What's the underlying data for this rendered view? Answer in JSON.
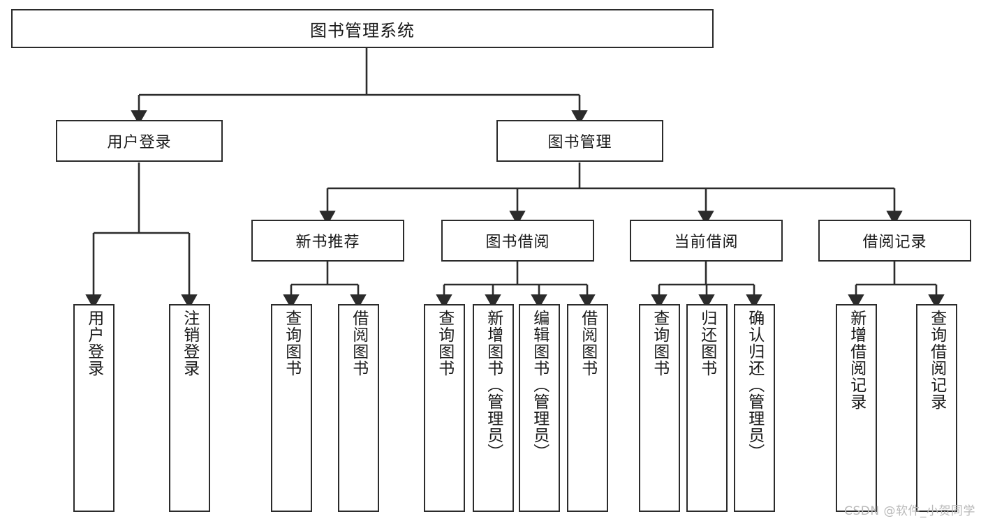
{
  "diagram": {
    "type": "tree-hierarchy-functional-decomposition",
    "title": "图书管理系统",
    "watermark": "CSDN @软件_小贺同学",
    "colors": {
      "stroke": "#2b2b2b",
      "background": "#ffffff",
      "text": "#1a1a1a",
      "watermark": "#b9b9b9"
    },
    "root": {
      "label": "图书管理系统",
      "id": "root"
    },
    "level2": [
      {
        "id": "user-login",
        "label": "用户登录"
      },
      {
        "id": "book-manage",
        "label": "图书管理"
      }
    ],
    "level3": [
      {
        "id": "new-book-recommend",
        "label": "新书推荐",
        "parent": "book-manage"
      },
      {
        "id": "book-borrow",
        "label": "图书借阅",
        "parent": "book-manage"
      },
      {
        "id": "current-borrow",
        "label": "当前借阅",
        "parent": "book-manage"
      },
      {
        "id": "borrow-record",
        "label": "借阅记录",
        "parent": "book-manage"
      }
    ],
    "leaves": [
      {
        "id": "leaf-user-login",
        "label": "用户登录",
        "parent": "user-login"
      },
      {
        "id": "leaf-logout-login",
        "label": "注销登录",
        "parent": "user-login"
      },
      {
        "id": "leaf-query-book-1",
        "label": "查询图书",
        "parent": "new-book-recommend"
      },
      {
        "id": "leaf-borrow-book-1",
        "label": "借阅图书",
        "parent": "new-book-recommend"
      },
      {
        "id": "leaf-query-book-2",
        "label": "查询图书",
        "parent": "book-borrow"
      },
      {
        "id": "leaf-add-book",
        "label": "新增图书（管理员）",
        "parent": "book-borrow"
      },
      {
        "id": "leaf-edit-book",
        "label": "编辑图书（管理员）",
        "parent": "book-borrow"
      },
      {
        "id": "leaf-borrow-book-2",
        "label": "借阅图书",
        "parent": "book-borrow"
      },
      {
        "id": "leaf-query-book-3",
        "label": "查询图书",
        "parent": "current-borrow"
      },
      {
        "id": "leaf-return-book",
        "label": "归还图书",
        "parent": "current-borrow"
      },
      {
        "id": "leaf-confirm-return",
        "label": "确认归还（管理员）",
        "parent": "current-borrow"
      },
      {
        "id": "leaf-add-record",
        "label": "新增借阅记录",
        "parent": "borrow-record"
      },
      {
        "id": "leaf-query-record",
        "label": "查询借阅记录",
        "parent": "borrow-record"
      }
    ]
  }
}
